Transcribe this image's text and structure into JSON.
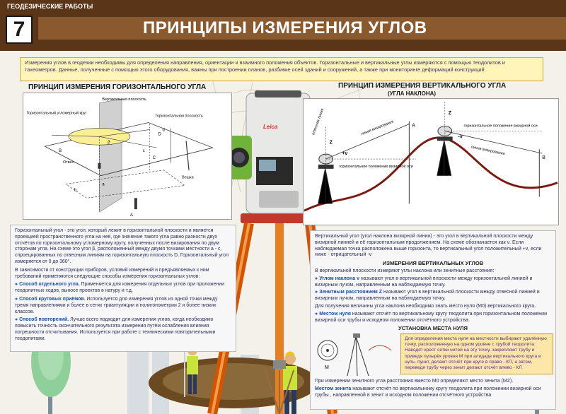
{
  "header": {
    "series": "ГЕОДЕЗИЧЕСКИЕ РАБОТЫ",
    "number": "7",
    "title": "ПРИНЦИПЫ ИЗМЕРЕНИЯ УГЛОВ"
  },
  "intro": "Измерения углов в геодезии необходимы для определения направления, ориентации и взаимного положения объектов. Горизонтальные и вертикальные углы измеряются с помощью теодолитов и тахеометров. Данные, полученные с помощью этого оборудования, важны при построении планов, разбивке осей зданий и сооружений, а также при мониторинге деформаций конструкций",
  "horizontal": {
    "section_title": "ПРИНЦИП ИЗМЕРЕНИЯ ГОРИЗОНТАЛЬНОГО УГЛА",
    "diagram_labels": {
      "vertical_plane": "Вертикальная плоскость",
      "horizontal_circle": "Горизонтальный угломерный круг",
      "horizontal_plane": "Горизонтальная плоскость",
      "plumb": "Отвес",
      "stake": "Вешка",
      "point_A": "A",
      "point_B": "B",
      "point_C": "C",
      "point_D": "D",
      "point_a": "a",
      "point_b": "b",
      "point_c": "c",
      "point_d": "d",
      "point_beta": "β"
    },
    "paragraphs": [
      "Горизонтальный угол - это угол, который лежит в горизонтальной плоскости и является проекцией пространственного угла на неё, где значение такого угла равно разности двух отсчётов по горизонтальному угломерному кругу, полученных после визирования по двум сторонам угла. На схеме это угол β, расположенный между двумя точками местности а - с, спроецированных по отвесным линиям на горизонтальную плоскость D. Горизонтальный угол измеряется от 0 до 360°.",
      "В зависимости от конструкции приборов, условий измерений и предъявляемых к ним требований применяются следующие способы измерения горизонтальных углов:"
    ],
    "methods": [
      {
        "name": "Способ отдельного угла.",
        "text": " Применяется для измерения отдельных углов при проложении теодолитных ходов, выносе проектов в натуру и т.д."
      },
      {
        "name": "Способ круговых приёмов.",
        "text": " Используется для измерения углов из одной точки между тремя направлениями и более в сетях триангуляции и полигонометрии 2 и более низких классов."
      },
      {
        "name": "Способ повторений.",
        "text": " Лучше всего подходит для измерения углов, когда необходимо повысить точность окончательного результата измерения путём ослабления влияния погрешности отсчитывания. Используется при работе с техническими повторительными теодолитами."
      }
    ]
  },
  "vertical": {
    "section_title": "ПРИНЦИП ИЗМЕРЕНИЯ ВЕРТИКАЛЬНОГО УГЛА",
    "section_subtitle": "(УГЛА НАКЛОНА)",
    "diagram_labels": {
      "plumb_line": "отвесная линия",
      "sight_line": "линия визирования",
      "horizontal_position": "горизонтальное положение визирной оси",
      "horizontal_position2": "горизонтальное положение визирной оси",
      "sight_line2": "линия визирования",
      "Z": "Z",
      "Z2": "Z",
      "plus_v": "+ν",
      "minus_v": "-ν",
      "point_A": "A",
      "point_B": "B"
    },
    "paragraphs": [
      "Вертикальный угол (угол наклона визирной линии) - это угол в вертикальной плоскости между визирной линией и её горизонтальным продолжением. На схеме обозначается как ν. Если наблюдаемая точка расположена выше горизонта, то вертикальный угол положительный +ν, если ниже - отрицательный -ν"
    ],
    "measure_head": "ИЗМЕРЕНИЯ ВЕРТИКАЛЬНЫХ УГЛОВ",
    "measure_intro": "В вертикальной плоскости измеряют углы наклона или зенитные расстояния:",
    "items": [
      {
        "name": "Углом наклона ν",
        "text": " называют угол в вертикальной плоскости между горизонтальной линией и визирным лучом, направленным на наблюдаемую точку."
      },
      {
        "name": "Зенитным расстоянием Z",
        "text": " называют угол в вертикальной плоскости между отвесной линией и визирным лучом, направленным на наблюдаемую точку."
      }
    ],
    "zero_note": "Для получения величины угла наклона необходимо знать место нуля (М0) вертикального круга.",
    "zero_item": {
      "name": "Местом нуля",
      "text": " называют отсчёт по вертикальному кругу теодолита при горизонтальном положении визирной оси трубы и исходном положении отсчётного устройства."
    },
    "zero_head": "УСТАНОВКА МЕСТА НУЛЯ",
    "zero_box": "Для определения места нуля на местности выбирают удалённую точку, расположенную на одном уровне с трубой теодолита. Наводят крест сетки нитей на эту точку, закрепляют трубу и приведя пузырёк уровня М при алидаде вертикального круга в нуль- пункт, делают отсчёт при круге в право - КП, а затем, переведя трубу через зенит делают отсчёт влево - КЛ",
    "zero_box_label_M": "М",
    "zenith_note": "При измерении зенитного угла расстояния вместо М0 определяют место зенита (MZ).",
    "zenith_item": {
      "name": "Местом зенита",
      "text": " называют отсчёт по вертикальному кругу теодолита при положении визирной оси трубы , направленной в зенит и исходном положении отсчётного устройства"
    }
  },
  "instrument": {
    "brand": "Leica"
  },
  "colors": {
    "header_bg": "#5a3518",
    "title_band": "#8a5a2e",
    "intro_bg": "#fff5b8",
    "accent_blue": "#1a4aa8",
    "zero_box_bg": "#fde7a8",
    "terrain": "#7a1a10"
  }
}
